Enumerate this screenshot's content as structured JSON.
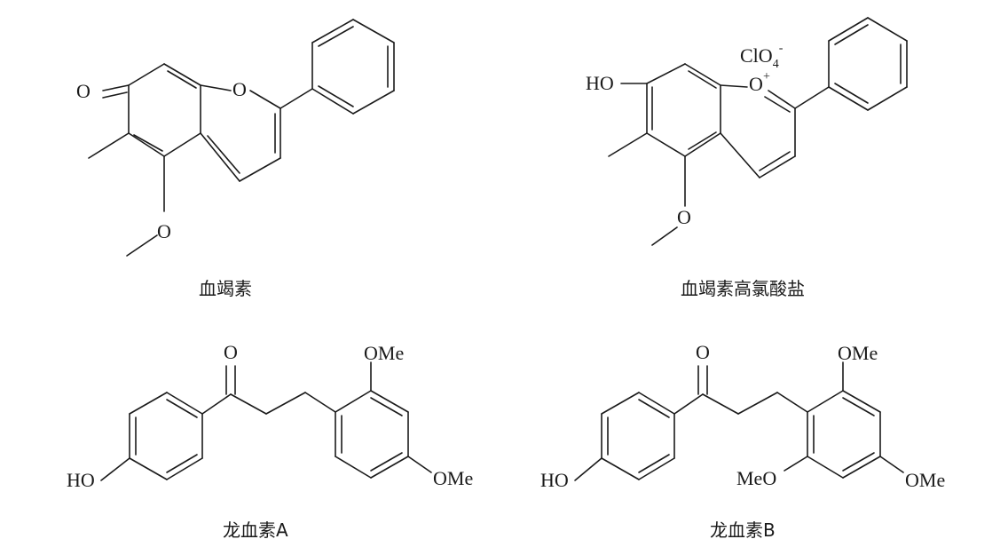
{
  "captions": {
    "dracorhodin": "血竭素",
    "dracorhodin_perchlorate": "血竭素高氯酸盐",
    "loureirin_a": "龙血素A",
    "loureirin_b": "龙血素B"
  },
  "atom_labels": {
    "ketone_o": "O",
    "ring_o": "O",
    "methoxy_o": "O",
    "ho": "HO",
    "oxonium_o": "O",
    "plus": "+",
    "perchlorate_main": "ClO",
    "perchlorate_sub": "4",
    "perchlorate_charge": "-",
    "carbonyl_o": "O",
    "ome": "OMe",
    "meo": "MeO"
  }
}
